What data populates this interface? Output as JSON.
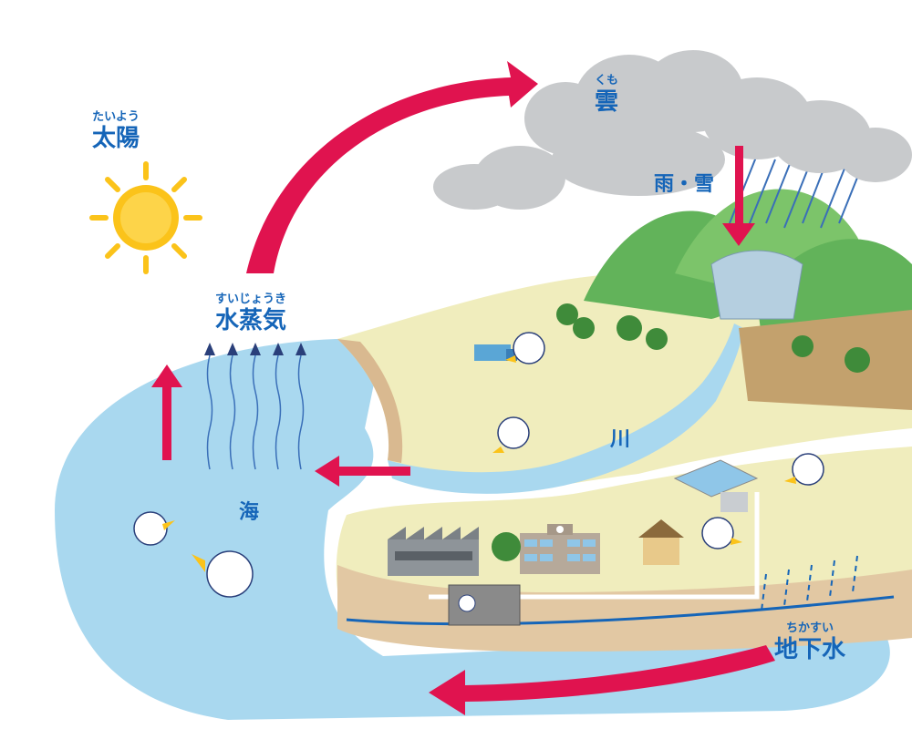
{
  "labels": {
    "sun": {
      "ruby": "たいよう",
      "text": "太陽"
    },
    "cloud": {
      "ruby": "くも",
      "text": "雲"
    },
    "rain": {
      "text": "雨・雪"
    },
    "vapor": {
      "ruby": "すいじょうき",
      "text": "水蒸気"
    },
    "sea": {
      "text": "海"
    },
    "river": {
      "text": "川"
    },
    "groundwater": {
      "ruby": "ちかすい",
      "text": "地下水"
    }
  },
  "colors": {
    "arrow": "#e0134f",
    "label": "#1565b8",
    "sea": "#a9d8ef",
    "land": "#f0edbd",
    "hill": "#62b35a",
    "sun": "#fbc31a",
    "cloud": "#c8cacc"
  },
  "icons": [
    "sun-icon",
    "cloud-icon",
    "duck-mascot-icon",
    "factory-icon",
    "school-icon",
    "house-icon",
    "tree-icon",
    "dam-icon",
    "truck-icon",
    "water-plant-icon"
  ]
}
